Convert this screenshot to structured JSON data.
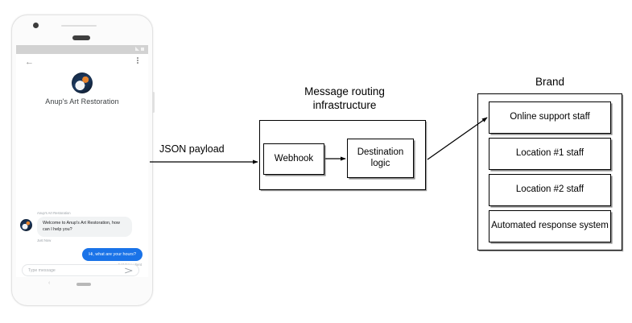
{
  "phone": {
    "status_bar": {
      "signal_icon": "signal-bars-icon",
      "battery_icon": "battery-icon"
    },
    "app_bar": {
      "back_icon": "back-arrow-icon",
      "overflow_icon": "overflow-menu-icon"
    },
    "brand_name": "Anup's Art Restoration",
    "avatar_icon": "brand-avatar-icon",
    "conversation": [
      {
        "sender": "Anup's Art Restoration",
        "text": "Welcome to Anup's Art Restoration, how can I help you?",
        "time": "Just Now",
        "direction": "incoming"
      },
      {
        "text": "Hi, what are your hours?",
        "time": "Just Now • Sent",
        "direction": "outgoing"
      }
    ],
    "composer": {
      "placeholder": "Type message",
      "send_icon": "send-icon"
    },
    "nav": {
      "back_icon": "nav-back-icon",
      "home_icon": "nav-home-pill-icon"
    }
  },
  "diagram": {
    "json_payload_label": "JSON payload",
    "routing": {
      "title": "Message routing infrastructure",
      "webhook_label": "Webhook",
      "destination_label": "Destination logic"
    },
    "brand": {
      "title": "Brand",
      "items": [
        {
          "label": "Online support staff"
        },
        {
          "label": "Location #1 staff"
        },
        {
          "label": "Location #2 staff"
        },
        {
          "label": "Automated response system"
        }
      ]
    }
  },
  "colors": {
    "outgoing_bubble": "#1a73e8",
    "incoming_bubble": "#f1f3f4",
    "stroke": "#000000",
    "phone_frame": "#fbfbfb"
  }
}
